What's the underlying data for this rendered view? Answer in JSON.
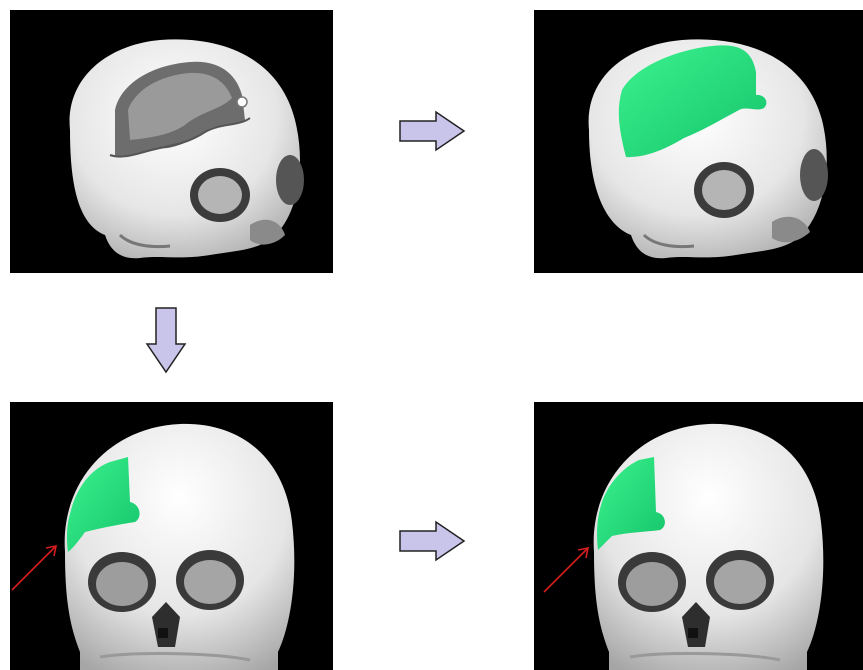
{
  "colors": {
    "panel_background": "#000000",
    "bone": "#e8e8e8",
    "implant": "#22e07a",
    "flow_arrow_fill": "#c9c5ea",
    "flow_arrow_stroke": "#222222",
    "indicator_arrow": "#d81e1e"
  },
  "panels": [
    {
      "id": "defect-skull-oblique",
      "implant_shown": false
    },
    {
      "id": "implant-skull-oblique",
      "implant_shown": true
    },
    {
      "id": "implant-skull-frontal",
      "implant_shown": true,
      "indicator_arrow": true
    },
    {
      "id": "refined-implant-skull-frontal",
      "implant_shown": true,
      "indicator_arrow": true
    }
  ],
  "flow_arrows": [
    "right-arrow",
    "down-arrow",
    "right-arrow"
  ]
}
